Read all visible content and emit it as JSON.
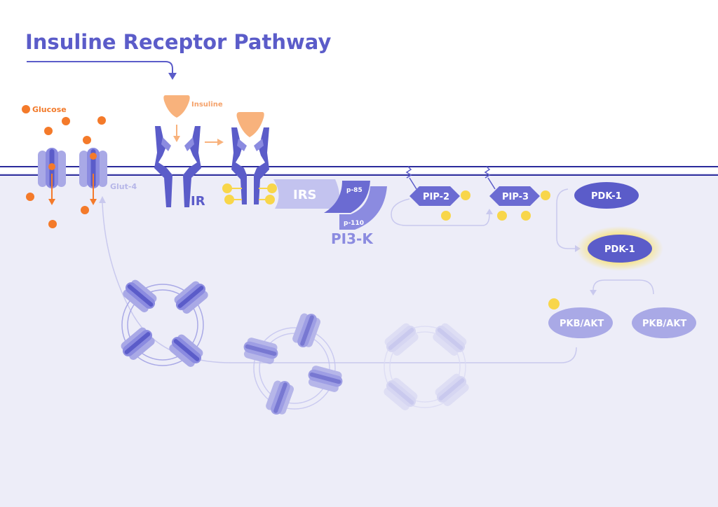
{
  "title": "Insuline Receptor Pathway",
  "labels": {
    "glucose": "Glucose",
    "insuline": "Insuline",
    "ir": "IR",
    "glut4": "Glut-4",
    "irs": "IRS",
    "p85": "p-85",
    "p110": "p-110",
    "pi3k": "PI3-K",
    "pip2": "PIP-2",
    "pip3": "PIP-3",
    "pdk1_a": "PDK-1",
    "pdk1_b": "PDK-1",
    "pkb_a": "PKB/AKT",
    "pkb_b": "PKB/AKT"
  },
  "colors": {
    "background_cell": "#ededf8",
    "membrane": "#2b2b9c",
    "receptor": "#5b5cc9",
    "receptor_light": "#a9a9e6",
    "insuline": "#f8b27c",
    "glucose": "#f47a2a",
    "phosphate": "#f8d64a",
    "node_dark": "#5b5cc9",
    "node_light": "#a9a9e6",
    "arrow_faint": "#c9c9ee"
  }
}
